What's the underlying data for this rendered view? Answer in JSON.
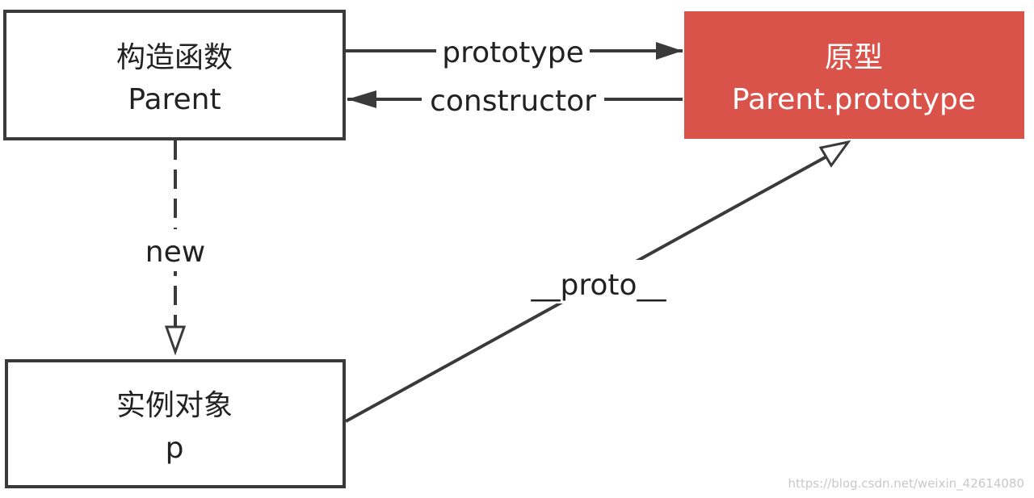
{
  "nodes": {
    "constructor_node": {
      "title": "构造函数",
      "subtitle": "Parent"
    },
    "prototype_node": {
      "title": "原型",
      "subtitle": "Parent.prototype",
      "fill": "#d9534b",
      "text_color": "#ffffff"
    },
    "instance_node": {
      "title": "实例对象",
      "subtitle": "p"
    }
  },
  "edges": {
    "prototype": {
      "label": "prototype",
      "from": "constructor_node",
      "to": "prototype_node",
      "style": "solid",
      "arrowhead": "filled"
    },
    "constructor": {
      "label": "constructor",
      "from": "prototype_node",
      "to": "constructor_node",
      "style": "solid",
      "arrowhead": "filled"
    },
    "new": {
      "label": "new",
      "from": "constructor_node",
      "to": "instance_node",
      "style": "dashed",
      "arrowhead": "hollow"
    },
    "proto": {
      "label": "__proto__",
      "from": "instance_node",
      "to": "prototype_node",
      "style": "solid",
      "arrowhead": "hollow"
    }
  },
  "watermark": "https://blog.csdn.net/weixin_42614080",
  "colors": {
    "line": "#3a3a3a",
    "box_border": "#3a3a3a",
    "accent": "#d9534b"
  }
}
